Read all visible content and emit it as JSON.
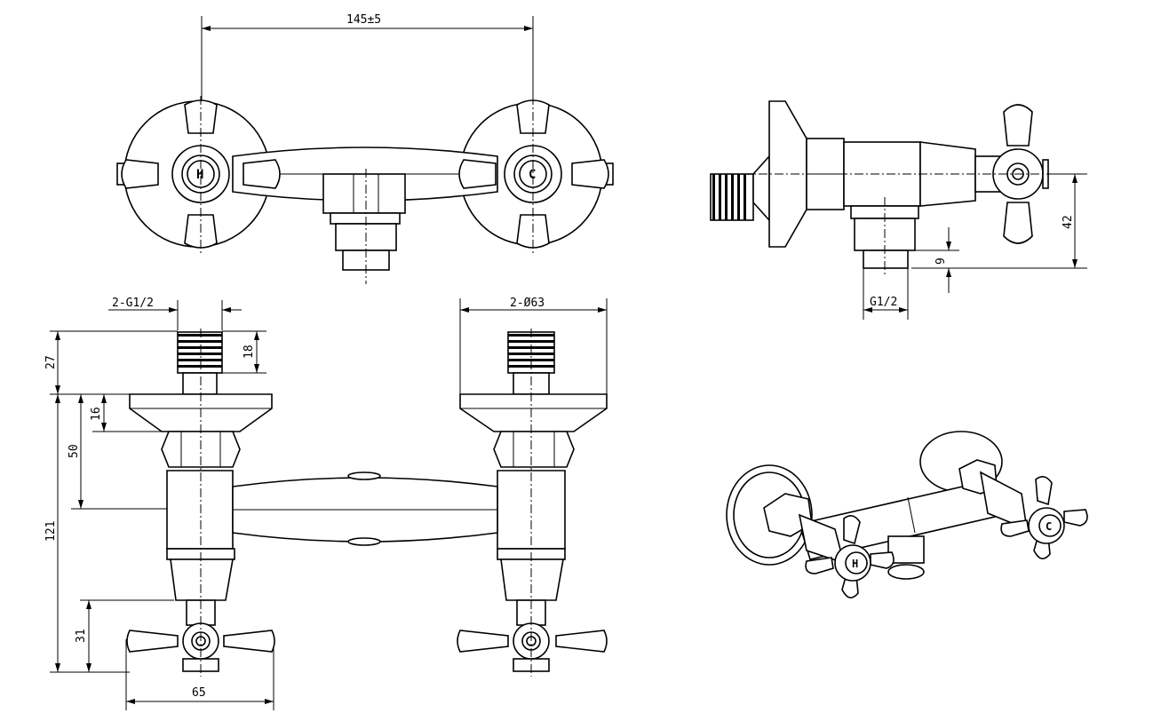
{
  "drawing": {
    "handle_labels": {
      "hot": "H",
      "cold": "C"
    },
    "dimensions": {
      "centre_distance": "145±5",
      "inlet_thread": "2-G1/2",
      "flange_diameter": "2-Ø63",
      "thread_length": "27",
      "thread_engagement": "18",
      "flange_to_nut": "16",
      "flange_to_axis": "50",
      "overall_depth": "121",
      "handle_height": "31",
      "handle_width": "65",
      "outlet_offset": "42",
      "outlet_length": "9",
      "outlet_thread": "G1/2"
    }
  }
}
